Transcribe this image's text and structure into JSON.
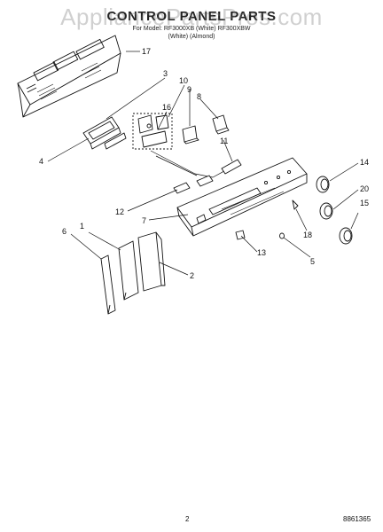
{
  "header": {
    "title": "CONTROL PANEL PARTS",
    "model_line": "For Model: RF3000XB (White) RF300XBW",
    "color_line": "(White)   (Almond)"
  },
  "watermark": "AppliancePartsPros.com",
  "callouts": [
    "17",
    "3",
    "10",
    "9",
    "8",
    "16",
    "4",
    "11",
    "14",
    "20",
    "15",
    "12",
    "7",
    "18",
    "6",
    "1",
    "13",
    "5",
    "2"
  ],
  "footer": {
    "page_number": "2",
    "code": "8861365"
  }
}
